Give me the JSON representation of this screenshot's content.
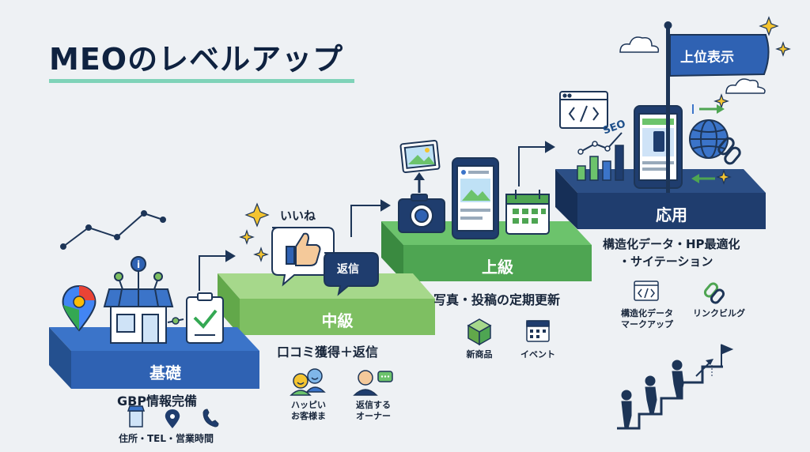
{
  "title": "MEOのレベルアップ",
  "flag_label": "上位表示",
  "steps": [
    {
      "label": "基礎",
      "desc": "GBP情報完備",
      "detail": "住所・TEL・営業時間",
      "colors": {
        "top": "#3b74c9",
        "front": "#2f62b3",
        "side": "#24508f"
      }
    },
    {
      "label": "中級",
      "desc": "口コミ獲得＋返信",
      "icons": [
        {
          "icon": "happy-customers-icon",
          "caption": [
            "ハッピい",
            "お客様ま"
          ]
        },
        {
          "icon": "replying-owner-icon",
          "caption": [
            "返信する",
            "オーナー"
          ]
        }
      ],
      "colors": {
        "top": "#a6d88b",
        "front": "#7ebf62",
        "side": "#62a84a"
      }
    },
    {
      "label": "上級",
      "desc": "写真・投稿の定期更新",
      "icons": [
        {
          "icon": "new-product-box-icon",
          "caption": [
            "新商品"
          ]
        },
        {
          "icon": "event-calendar-icon",
          "caption": [
            "イベント"
          ]
        }
      ],
      "colors": {
        "top": "#6cc36c",
        "front": "#4ea552",
        "side": "#3a8a40"
      }
    },
    {
      "label": "応用",
      "desc_lines": [
        "構造化データ・HP最適化",
        "・サイテーション"
      ],
      "icons": [
        {
          "icon": "code-markup-icon",
          "caption": [
            "構造化データ",
            "マークアップ"
          ]
        },
        {
          "icon": "chain-link-icon",
          "caption": [
            "リンクビルグ"
          ]
        }
      ],
      "colors": {
        "top": "#2c4f86",
        "front": "#1f3d6e",
        "side": "#162f57"
      }
    }
  ],
  "like_label": "いいね",
  "reply_label": "返信",
  "seo_label": "SEO",
  "colors": {
    "background": "#eef1f4",
    "navy": "#1d3557",
    "title_underline": "#7fd3b8"
  }
}
